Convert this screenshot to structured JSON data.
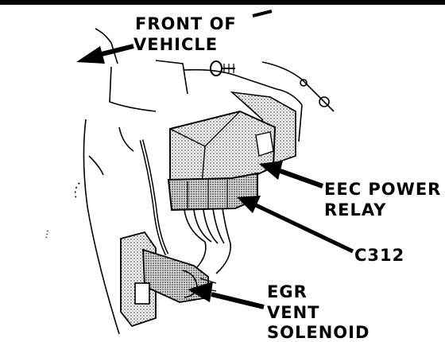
{
  "labels": {
    "front_line1": "FRONT OF",
    "front_line2": "VEHICLE",
    "relay_line1": "EEC POWER",
    "relay_line2": "RELAY",
    "connector": "C312",
    "solenoid_line1": "EGR",
    "solenoid_line2": "VENT",
    "solenoid_line3": "SOLENOID"
  },
  "colors": {
    "ink": "#000000",
    "paper": "#ffffff",
    "stipple": "#6b6b6b"
  }
}
